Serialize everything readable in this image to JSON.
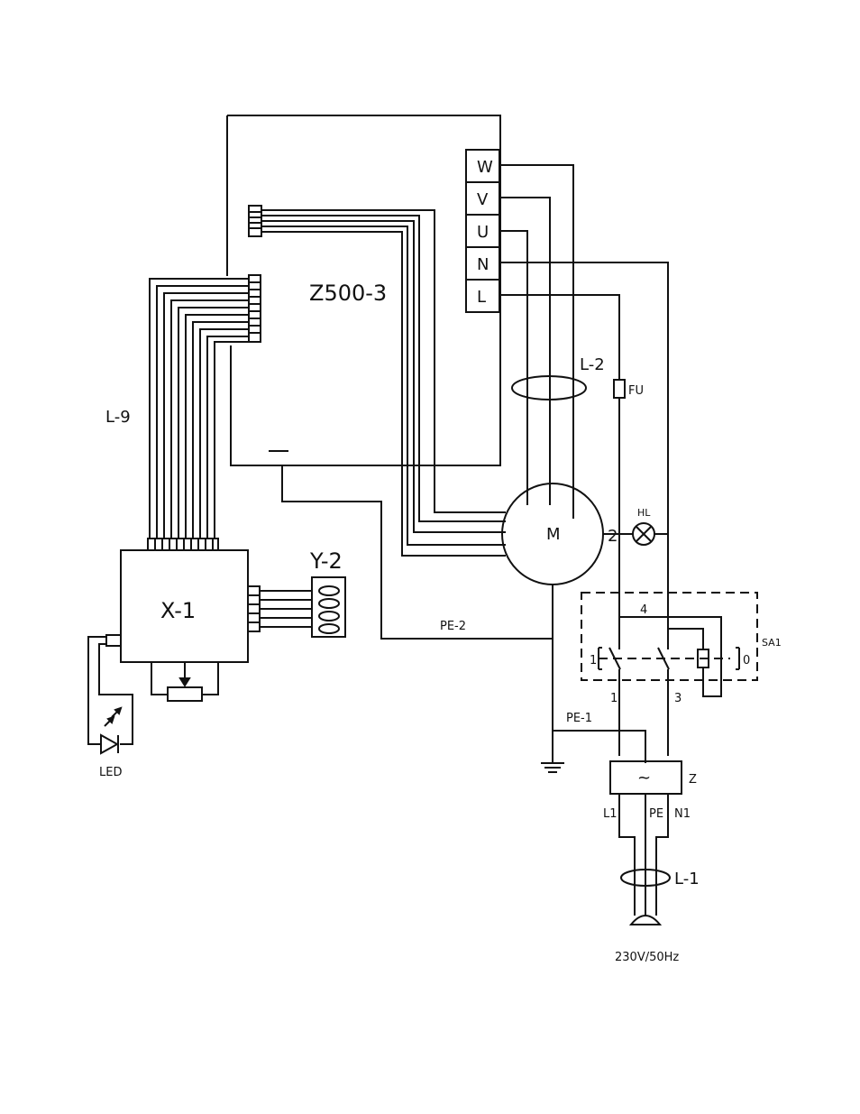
{
  "labels": {
    "controller": "Z500-3",
    "terminals": [
      "W",
      "V",
      "U",
      "N",
      "L"
    ],
    "motor": "M",
    "motor_pin": "2",
    "lamp": "HL",
    "fuse": "FU",
    "cable_l2": "L-2",
    "cable_l9": "L-9",
    "cable_l1": "L-1",
    "board_x1": "X-1",
    "board_y2": "Y-2",
    "switch": "SA1",
    "switch_pos1": "1",
    "switch_pos0": "0",
    "switch_4": "4",
    "switch_1": "1",
    "switch_3": "3",
    "pe1": "PE-1",
    "pe2": "PE-2",
    "filter": "Z",
    "filter_symbol": "~",
    "l1": "L1",
    "pe": "PE",
    "n1": "N1",
    "led": "LED",
    "supply": "230V/50Hz"
  }
}
